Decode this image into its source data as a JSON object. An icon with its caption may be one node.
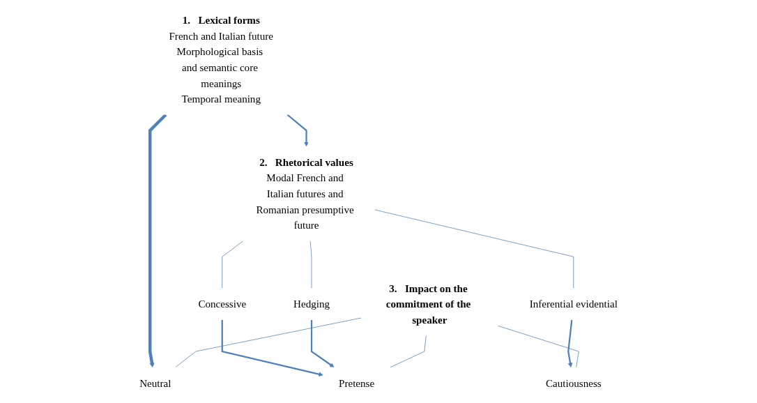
{
  "diagram": {
    "nodes": [
      {
        "text": [
          "1.   Lexical forms",
          "French and Italian future",
          "Morphological basis and semantic core meanings",
          "Temporal meaning"
        ]
      },
      {
        "text": [
          "2.   Rhetorical values",
          "Modal French and Italian futures and Romanian presumptive future"
        ]
      },
      {
        "text": [
          "Concessive"
        ]
      },
      {
        "text": [
          "Hedging"
        ]
      },
      {
        "text": [
          "Inferential evidential"
        ]
      },
      {
        "text": [
          "3.   Impact on the commitment of the speaker"
        ]
      },
      {
        "text": [
          "Pretense"
        ]
      },
      {
        "text": [
          "Neutral"
        ]
      },
      {
        "text": [
          "Cautiousness"
        ]
      }
    ],
    "edges": [
      {
        "from": 0,
        "to": 7,
        "arrow": "to",
        "style": "thick"
      },
      {
        "from": 0,
        "to": 1,
        "arrow": "to"
      },
      {
        "from": 1,
        "to": 2,
        "arrow": "none"
      },
      {
        "from": 1,
        "to": 3,
        "arrow": "none"
      },
      {
        "from": 1,
        "to": 4,
        "arrow": "none"
      },
      {
        "from": 2,
        "to": 6,
        "arrow": "to"
      },
      {
        "from": 3,
        "to": 6,
        "arrow": "to"
      },
      {
        "from": 4,
        "to": 8,
        "arrow": "to"
      },
      {
        "from": 5,
        "to": 6,
        "arrow": "none"
      },
      {
        "from": 5,
        "to": 7,
        "arrow": "none"
      },
      {
        "from": 5,
        "to": 8,
        "arrow": "none"
      }
    ]
  }
}
